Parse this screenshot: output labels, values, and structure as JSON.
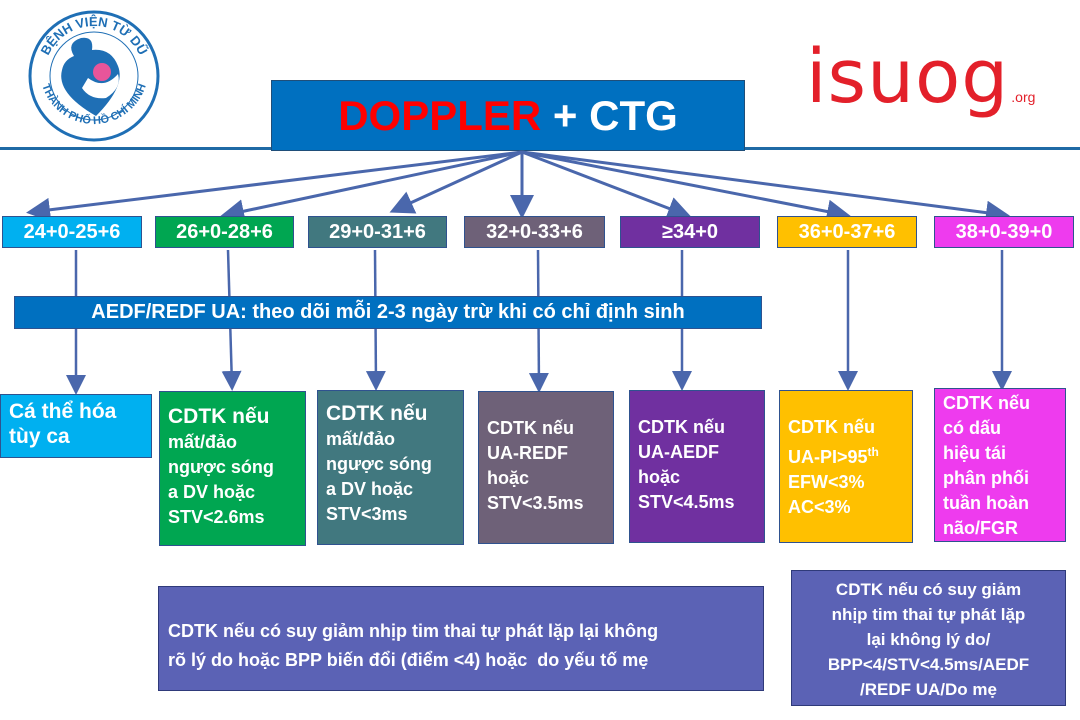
{
  "logos": {
    "hospital": {
      "top_arc": "BỆNH VIỆN TỪ DŨ",
      "bottom_arc": "THÀNH PHỐ HỒ CHÍ MINH",
      "icon": "mother-child-logo-icon"
    },
    "isuog": {
      "main": "isuog",
      "suffix": ".org"
    }
  },
  "title": {
    "part1": "DOPPLER",
    "part2": " + CTG"
  },
  "colors": {
    "title_red": "#FF0000",
    "primary_blue": "#0070C0",
    "bottom_box": "#5B62B5",
    "arrow": "#4A67AC"
  },
  "age_groups": [
    {
      "label": "24+0-25+6",
      "color": "#00B0F0"
    },
    {
      "label": "26+0-28+6",
      "color": "#00A651"
    },
    {
      "label": "29+0-31+6",
      "color": "#41787F"
    },
    {
      "label": "32+0-33+6",
      "color": "#6E6178"
    },
    {
      "label": "≥34+0",
      "color": "#7030A0"
    },
    {
      "label": "36+0-37+6",
      "color": "#FFC000"
    },
    {
      "label": "38+0-39+0",
      "color": "#EE3BEE"
    }
  ],
  "banner": "AEDF/REDF UA: theo dõi mỗi 2-3 ngày trừ khi có chỉ định sinh",
  "cards": [
    {
      "lines": [
        "Cá thể hóa",
        "tùy ca"
      ]
    },
    {
      "head": "CDTK nếu",
      "lines": [
        "mất/đảo",
        "ngược sóng",
        "a DV hoặc",
        "STV<2.6ms"
      ]
    },
    {
      "head": "CDTK nếu",
      "lines": [
        "mất/đảo",
        "ngược sóng",
        "a DV hoặc",
        "STV<3ms"
      ]
    },
    {
      "head": "CDTK nếu",
      "lines": [
        "UA-REDF",
        "hoặc",
        "STV<3.5ms"
      ]
    },
    {
      "head": "CDTK nếu",
      "lines": [
        "UA-AEDF",
        "hoặc",
        "STV<4.5ms"
      ]
    },
    {
      "head": "CDTK nếu",
      "lines": [
        "UA-PI>95",
        "EFW<3%",
        "AC<3%"
      ],
      "superscript": "th"
    },
    {
      "head": "CDTK nếu",
      "lines": [
        "có dấu",
        "hiệu tái",
        "phân phối",
        "tuần hoàn",
        "não/FGR"
      ]
    }
  ],
  "bottom_left": [
    "CDTK nếu có suy giảm nhịp tim thai tự phát lặp lại không",
    "rõ lý do hoặc BPP biến đổi (điểm <4) hoặc  do yếu tố mẹ"
  ],
  "bottom_right": [
    "CDTK nếu có suy giảm",
    "nhịp tim thai tự phát lặp",
    "lại không lý do/",
    "BPP<4/STV<4.5ms/AEDF",
    "/REDF UA/Do mẹ"
  ]
}
